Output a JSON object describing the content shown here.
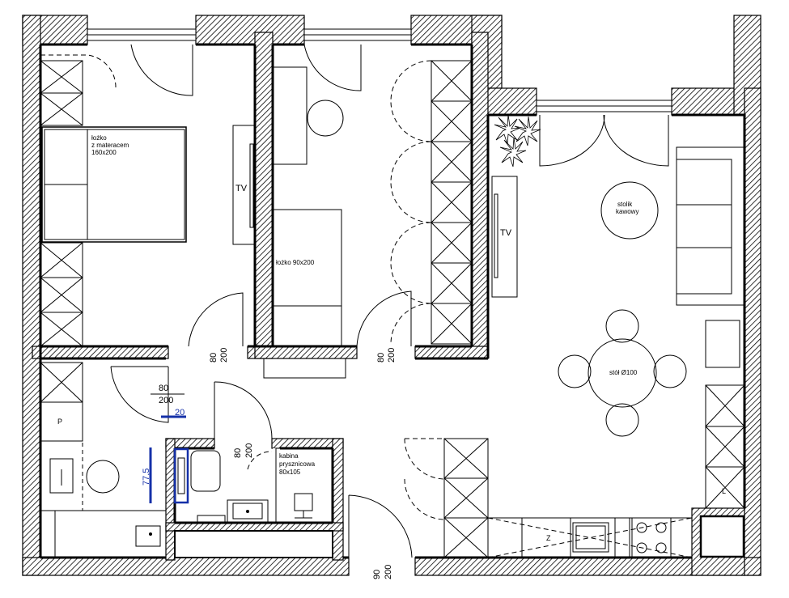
{
  "rooms": {
    "bedroom": {
      "bed_label_line1": "łożko",
      "bed_label_line2": "z materacem",
      "bed_label_line3": "160x200",
      "tv": "TV"
    },
    "kids_room": {
      "bed_label": "łożko 90x200"
    },
    "living": {
      "coffee_table_line1": "stolik",
      "coffee_table_line2": "kawowy",
      "tv": "TV",
      "dining_table": "stół Ø100"
    },
    "hall": {
      "wardrobe_mark": "P"
    },
    "bathroom": {
      "shower_line1": "kabina",
      "shower_line2": "prysznicowa",
      "shower_line3": "80x105"
    },
    "kitchen": {
      "fridge_mark": "L",
      "counter_mark": "Z"
    }
  },
  "dimensions": {
    "door_bedroom_w": "80",
    "door_bedroom_h": "200",
    "door_kids_w": "80",
    "door_kids_h": "200",
    "door_hall_w": "80",
    "door_hall_h": "200",
    "door_bath_w": "80",
    "door_bath_h": "200",
    "door_entry_w": "90",
    "door_entry_h": "200",
    "niche_depth": "20",
    "niche_length": "77,5"
  },
  "colors": {
    "wall": "#000000",
    "hatch": "#000000",
    "annotation": "#1530a8"
  }
}
